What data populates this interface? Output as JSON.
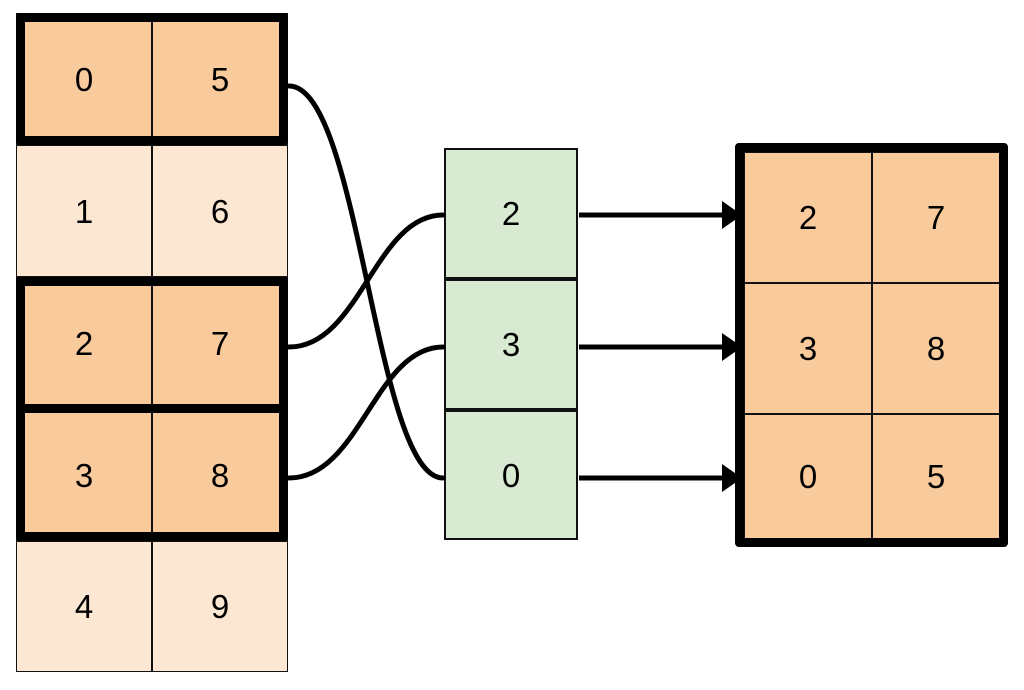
{
  "diagram": {
    "title": "hash-table lookup / gather diagram",
    "colors": {
      "orange_dark": "#f8ca9c",
      "orange_light": "#fce7d2",
      "green": "#d8ebd2",
      "outline": "#000000",
      "grid": "#111111",
      "background": "#ffffff"
    },
    "source_table": {
      "name": "source-table",
      "columns": 2,
      "rows": [
        {
          "index": 0,
          "cells": [
            "0",
            "5"
          ],
          "highlighted": true
        },
        {
          "index": 1,
          "cells": [
            "1",
            "6"
          ],
          "highlighted": false
        },
        {
          "index": 2,
          "cells": [
            "2",
            "7"
          ],
          "highlighted": true
        },
        {
          "index": 3,
          "cells": [
            "3",
            "8"
          ],
          "highlighted": true
        },
        {
          "index": 4,
          "cells": [
            "4",
            "9"
          ],
          "highlighted": false
        }
      ]
    },
    "index_column": {
      "name": "index-column",
      "values": [
        "2",
        "3",
        "0"
      ]
    },
    "result_table": {
      "name": "result-table",
      "columns": 2,
      "rows": [
        {
          "index": 0,
          "cells": [
            "2",
            "7"
          ]
        },
        {
          "index": 1,
          "cells": [
            "3",
            "8"
          ]
        },
        {
          "index": 2,
          "cells": [
            "0",
            "5"
          ]
        }
      ]
    },
    "links": [
      {
        "from_row": 0,
        "to_index_slot": 2,
        "label": "row-0-to-slot-2"
      },
      {
        "from_row": 2,
        "to_index_slot": 0,
        "label": "row-2-to-slot-0"
      },
      {
        "from_row": 3,
        "to_index_slot": 1,
        "label": "row-3-to-slot-1"
      }
    ],
    "arrows": [
      {
        "from_index_slot": 0,
        "to_result_row": 0,
        "label": "slot-0-to-result-row-0"
      },
      {
        "from_index_slot": 1,
        "to_result_row": 1,
        "label": "slot-1-to-result-row-1"
      },
      {
        "from_index_slot": 2,
        "to_result_row": 2,
        "label": "slot-2-to-result-row-2"
      }
    ]
  }
}
